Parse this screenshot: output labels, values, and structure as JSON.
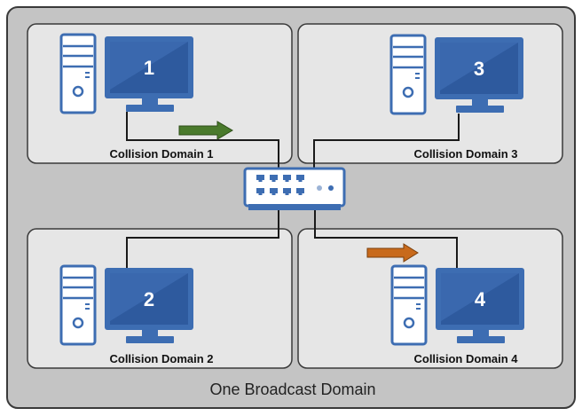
{
  "broadcast_domain": {
    "label": "One Broadcast Domain"
  },
  "domains": [
    {
      "label": "Collision Domain 1",
      "pc_number": "1"
    },
    {
      "label": "Collision Domain 2",
      "pc_number": "2"
    },
    {
      "label": "Collision Domain 3",
      "pc_number": "3"
    },
    {
      "label": "Collision Domain 4",
      "pc_number": "4"
    }
  ],
  "colors": {
    "outer_fill": "#c4c4c4",
    "panel_fill": "#e6e6e6",
    "border": "#3a3a3a",
    "device_blue": "#3d6db2",
    "screen_blue": "#2e5a9e",
    "arrow_green": "#4a7a2c",
    "arrow_orange": "#c86a1c"
  }
}
